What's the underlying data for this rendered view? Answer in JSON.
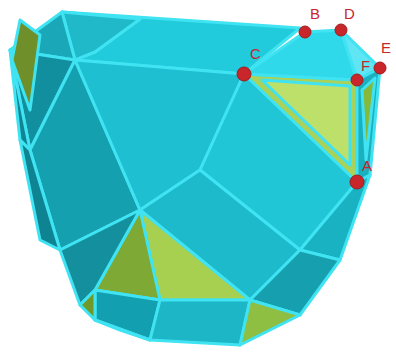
{
  "diagram": {
    "labels": [
      "B",
      "D",
      "C",
      "F",
      "E",
      "A"
    ]
  }
}
